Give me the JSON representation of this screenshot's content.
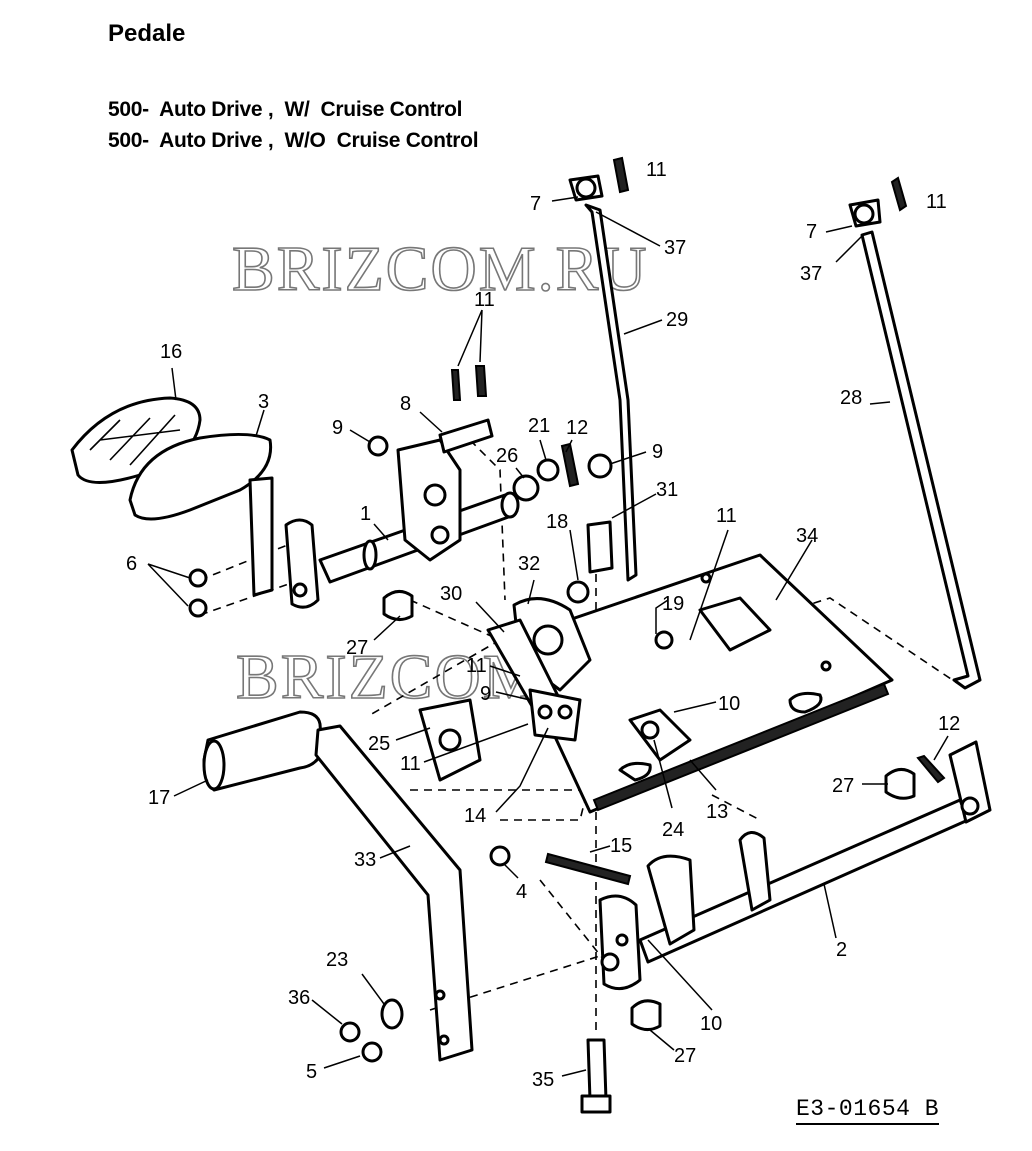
{
  "title": "Pedale",
  "subtitles": [
    "500-  Auto Drive ,  W/  Cruise Control",
    "500-  Auto Drive ,  W/O  Cruise Control"
  ],
  "watermark": "BRIZCOM.RU",
  "drawing_code": "E3-01654 B",
  "callouts": [
    {
      "id": "c-11a",
      "label": "11"
    },
    {
      "id": "c-7a",
      "label": "7"
    },
    {
      "id": "c-37a",
      "label": "37"
    },
    {
      "id": "c-11b",
      "label": "11"
    },
    {
      "id": "c-7b",
      "label": "7"
    },
    {
      "id": "c-37b",
      "label": "37"
    },
    {
      "id": "c-29",
      "label": "29"
    },
    {
      "id": "c-11c",
      "label": "11"
    },
    {
      "id": "c-16",
      "label": "16"
    },
    {
      "id": "c-3",
      "label": "3"
    },
    {
      "id": "c-8",
      "label": "8"
    },
    {
      "id": "c-9a",
      "label": "9"
    },
    {
      "id": "c-21",
      "label": "21"
    },
    {
      "id": "c-12a",
      "label": "12"
    },
    {
      "id": "c-26",
      "label": "26"
    },
    {
      "id": "c-9b",
      "label": "9"
    },
    {
      "id": "c-28",
      "label": "28"
    },
    {
      "id": "c-31",
      "label": "31"
    },
    {
      "id": "c-1",
      "label": "1"
    },
    {
      "id": "c-18",
      "label": "18"
    },
    {
      "id": "c-11d",
      "label": "11"
    },
    {
      "id": "c-34",
      "label": "34"
    },
    {
      "id": "c-6",
      "label": "6"
    },
    {
      "id": "c-32",
      "label": "32"
    },
    {
      "id": "c-19",
      "label": "19"
    },
    {
      "id": "c-30",
      "label": "30"
    },
    {
      "id": "c-27a",
      "label": "27"
    },
    {
      "id": "c-11e",
      "label": "11"
    },
    {
      "id": "c-9c",
      "label": "9"
    },
    {
      "id": "c-10a",
      "label": "10"
    },
    {
      "id": "c-25",
      "label": "25"
    },
    {
      "id": "c-11f",
      "label": "11"
    },
    {
      "id": "c-12b",
      "label": "12"
    },
    {
      "id": "c-17",
      "label": "17"
    },
    {
      "id": "c-27b",
      "label": "27"
    },
    {
      "id": "c-14",
      "label": "14"
    },
    {
      "id": "c-24",
      "label": "24"
    },
    {
      "id": "c-13",
      "label": "13"
    },
    {
      "id": "c-15",
      "label": "15"
    },
    {
      "id": "c-33",
      "label": "33"
    },
    {
      "id": "c-4",
      "label": "4"
    },
    {
      "id": "c-2",
      "label": "2"
    },
    {
      "id": "c-23",
      "label": "23"
    },
    {
      "id": "c-36",
      "label": "36"
    },
    {
      "id": "c-10b",
      "label": "10"
    },
    {
      "id": "c-5",
      "label": "5"
    },
    {
      "id": "c-27c",
      "label": "27"
    },
    {
      "id": "c-35",
      "label": "35"
    }
  ]
}
